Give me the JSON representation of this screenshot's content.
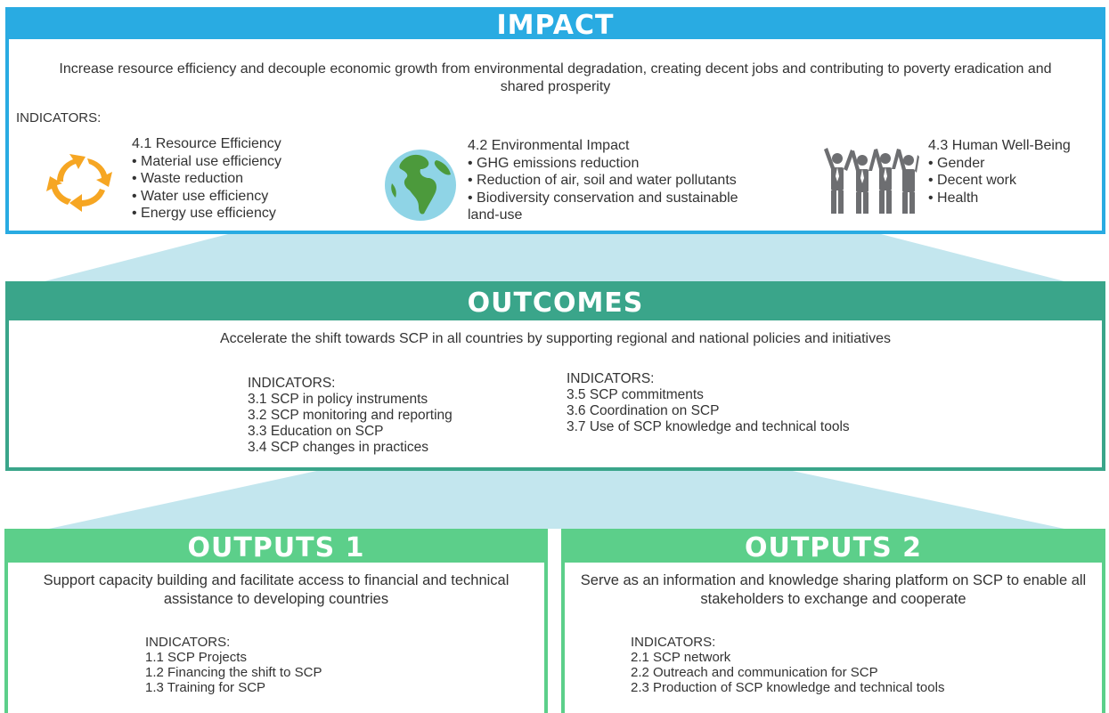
{
  "colors": {
    "impact": "#29abe2",
    "outcomes": "#3aa58a",
    "outputs": "#5ccf8a",
    "funnel": "#c3e6ee",
    "recycle": "#f6a623",
    "globe_ocean": "#8fd4e6",
    "globe_land": "#4c9a3c",
    "people": "#6d6e71"
  },
  "impact": {
    "title": "IMPACT",
    "description": "Increase resource efficiency and decouple economic growth from environmental degradation, creating decent jobs and contributing to poverty eradication and shared prosperity",
    "indicators_label": "INDICATORS:",
    "groups": [
      {
        "icon": "recycle-arrows-icon",
        "title": "4.1 Resource Efficiency",
        "items": [
          "• Material use efficiency",
          "• Waste reduction",
          "• Water use efficiency",
          "• Energy use efficiency"
        ]
      },
      {
        "icon": "globe-icon",
        "title": "4.2 Environmental Impact",
        "items": [
          "• GHG emissions reduction",
          "• Reduction of air, soil and water pollutants",
          "• Biodiversity conservation and sustainable",
          "land-use"
        ]
      },
      {
        "icon": "people-celebrating-icon",
        "title": "4.3 Human Well-Being",
        "items": [
          "• Gender",
          "• Decent work",
          "• Health"
        ]
      }
    ]
  },
  "outcomes": {
    "title": "OUTCOMES",
    "description": "Accelerate the shift towards SCP in all countries by supporting regional and national policies and initiatives",
    "columns": [
      {
        "label": "INDICATORS:",
        "items": [
          "3.1 SCP in policy instruments",
          "3.2 SCP monitoring and reporting",
          "3.3 Education on SCP",
          "3.4 SCP changes in practices"
        ]
      },
      {
        "label": "INDICATORS:",
        "items": [
          "3.5 SCP commitments",
          "3.6 Coordination on SCP",
          "3.7 Use of SCP knowledge and technical tools"
        ]
      }
    ]
  },
  "outputs": [
    {
      "title": "OUTPUTS 1",
      "description": "Support capacity building and facilitate access to financial and technical assistance to developing countries",
      "label": "INDICATORS:",
      "items": [
        "1.1 SCP Projects",
        "1.2 Financing the shift to SCP",
        "1.3 Training for SCP"
      ]
    },
    {
      "title": "OUTPUTS 2",
      "description": "Serve as an information and knowledge sharing platform on SCP to enable all stakeholders to exchange and cooperate",
      "label": "INDICATORS:",
      "items": [
        "2.1 SCP network",
        "2.2 Outreach and communication for SCP",
        "2.3 Production of SCP knowledge and technical tools"
      ]
    }
  ]
}
